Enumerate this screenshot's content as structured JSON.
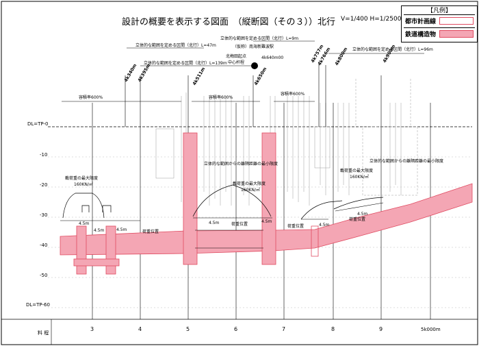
{
  "title": "設計の概要を表示する図面　（縦断図（その３））北行",
  "scale": "V=1/400 H=1/2500",
  "legend": {
    "header": "【凡例】",
    "items": [
      {
        "label": "都市計画線",
        "fill": "#ffffff",
        "stroke": "#e04a60"
      },
      {
        "label": "鉄道構造物",
        "fill": "#f4a6b4",
        "stroke": "#e04a60"
      }
    ]
  },
  "colors": {
    "structure_fill": "#f4a6b4",
    "structure_stroke": "#e04a60",
    "line": "#000000",
    "grid": "#bbbbbb"
  },
  "station": {
    "name": "（仮称）南海新難波駅",
    "origin_label": "北梅田起点",
    "center_label": "中心杆程",
    "center_km": "4k640m00"
  },
  "annotations": {
    "range_47": "立体的な範囲を定める区間（北行）L=47m",
    "range_139": "立体的な範囲を定める区間（北行）L=139m",
    "range_9": "立体的な範囲を定める区間（北行）L=9m",
    "range_96": "立体的な範囲を定める区間（北行）L=96m",
    "far_600_a": "容積率600%",
    "far_600_b": "容積率600%",
    "far_600_c": "容積率600%",
    "min_dist_1": "立体的な範囲からの離隔距離の最小限度",
    "min_dist_2": "立体的な範囲からの離隔距離の最小限度",
    "load_limit_1": "載荷重の最大限度",
    "load_value_1": "160KN/㎡",
    "load_limit_2": "載荷重の最大限度",
    "load_value_2": "160KN/㎡",
    "load_limit_3": "載荷重の最大限度",
    "load_value_3": "160KN/㎡",
    "load_pos_1": "荷重位置",
    "load_pos_2": "荷重位置",
    "load_pos_3": "荷重位置",
    "load_pos_4": "荷重位置",
    "dist_a": "4.5m",
    "dist_b": "4.5m",
    "dist_c": "4.5m",
    "dist_d": "4.5m",
    "dist_e": "4.5m",
    "dist_f": "4.5m",
    "dist_g": "4.5m"
  },
  "chainage_marks": [
    "4k340m",
    "4k395m",
    "4k511m",
    "4k650m",
    "4k757m",
    "4k766m",
    "4k800m",
    "4k900m"
  ],
  "depth_labels": [
    "DL=TP-0",
    "-10",
    "-20",
    "-30",
    "-40",
    "-50",
    "DL=TP-60"
  ],
  "km_axis": {
    "label": "料\n程",
    "ticks": [
      "3",
      "4",
      "5",
      "6",
      "7",
      "8",
      "9"
    ],
    "end_label": "5k000m"
  }
}
